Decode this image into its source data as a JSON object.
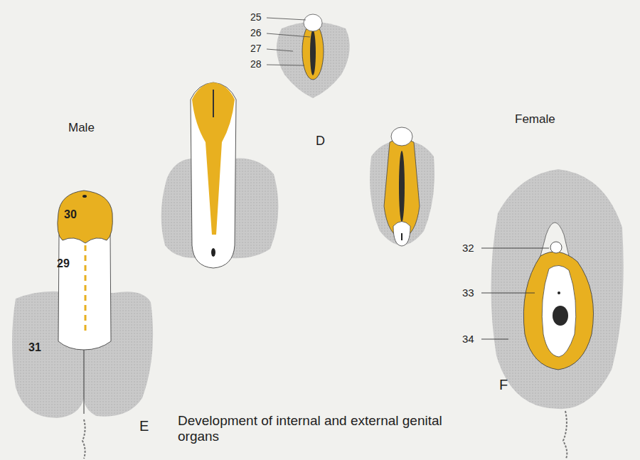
{
  "diagram": {
    "caption": "Development of internal and external genital organs",
    "labels": [
      "25",
      "26",
      "27",
      "28",
      "D",
      "Male",
      "Female",
      "30",
      "29",
      "31",
      "32",
      "33",
      "34",
      "E",
      "F"
    ]
  }
}
